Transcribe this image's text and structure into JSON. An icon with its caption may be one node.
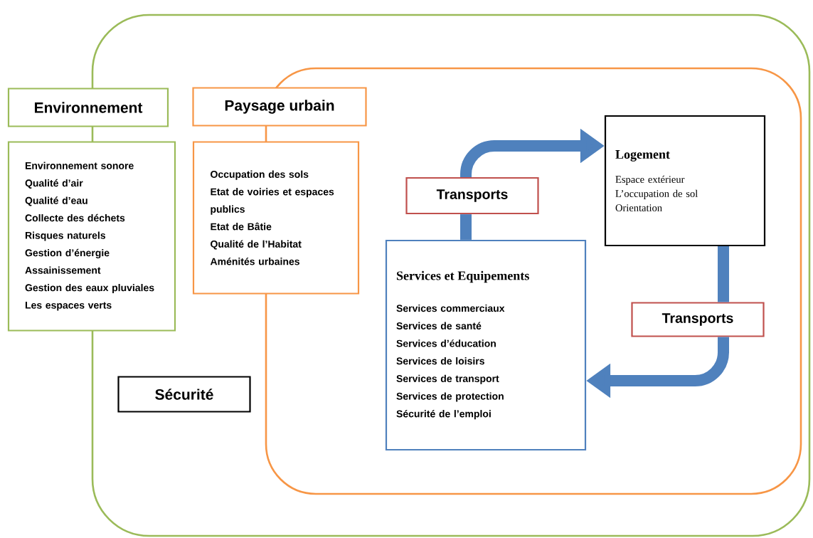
{
  "diagram": {
    "nodes": [
      {
        "text": [],
        "shape": "box"
      },
      {
        "text": [],
        "shape": "box",
        "in": 0
      },
      {
        "text": [
          "Environnement"
        ]
      },
      {
        "text": [
          "Environnement sonore",
          "Qualité d’air",
          "Qualité d’eau",
          "Collecte des déchets",
          "Risques naturels",
          "Gestion d’énergie",
          "Assainissement",
          "Gestion des eaux pluviales",
          "Les espaces verts"
        ]
      },
      {
        "text": [
          "Paysage urbain"
        ],
        "in": 0
      },
      {
        "text": [
          "Occupation des sols",
          "Etat de voiries et espaces publics",
          "Etat de Bâtie",
          "Qualité de l’Habitat",
          "Aménités urbaines"
        ],
        "in": 0
      },
      {
        "text": [
          "Sécurité"
        ],
        "in": 0
      },
      {
        "text": [
          "Logement",
          "Espace extérieur",
          "L’occupation de sol",
          "Orientation"
        ],
        "in": 1
      },
      {
        "text": [
          "Services et Equipements",
          "Services commerciaux",
          "Services de santé",
          "Services d’éducation",
          "Services de loisirs",
          "Services de transport",
          "Services de protection",
          "Sécurité de l’emploi"
        ],
        "in": 1
      },
      {
        "text": [
          "Transports"
        ],
        "in": 1
      },
      {
        "text": [
          "Transports"
        ],
        "in": 1
      }
    ],
    "edges": [
      {
        "from": 8,
        "to": 9,
        "arrow": "none"
      },
      {
        "from": 9,
        "to": 7,
        "arrow": "to"
      },
      {
        "from": 7,
        "to": 10,
        "arrow": "none"
      },
      {
        "from": 10,
        "to": 8,
        "arrow": "to"
      }
    ]
  }
}
